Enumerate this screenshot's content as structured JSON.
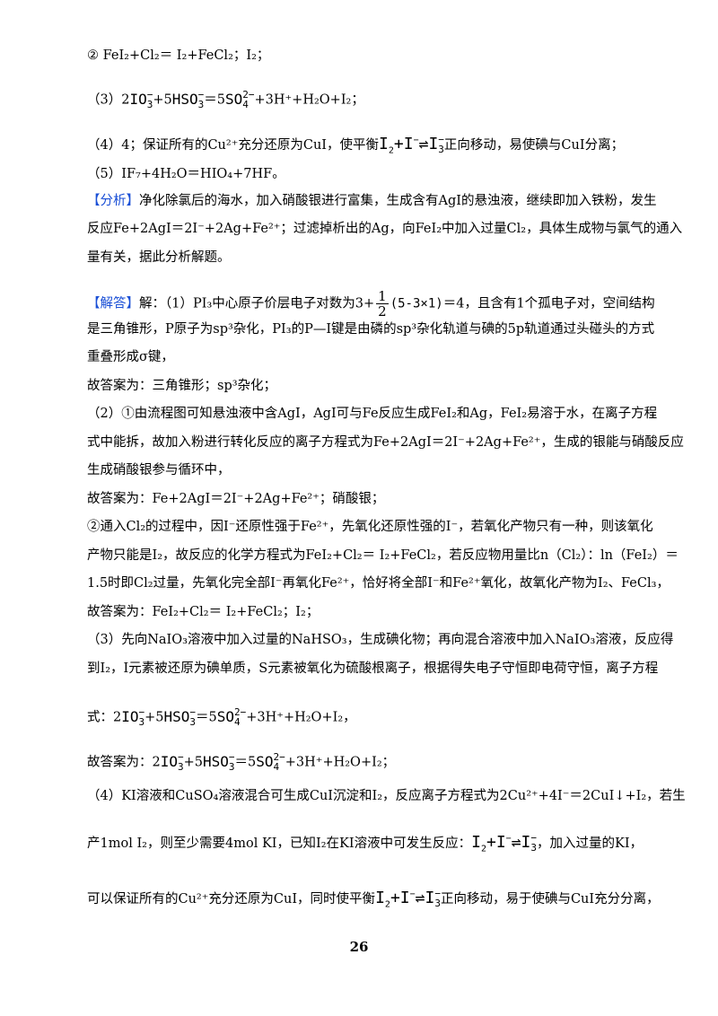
{
  "lines": {
    "l1": "② FeI₂+Cl₂＝ I₂+FeCl₂；I₂；",
    "l2a": "（3）2",
    "l2b": "+3H⁺+H₂O+I₂；",
    "l3a": "（4）4；保证所有的Cu²⁺充分还原为CuI，使平衡",
    "l3b": "正向移动，易使碘与CuI分离；",
    "l4": "（5）IF₇+4H₂O＝HIO₄+7HF。",
    "l5tag": "【分析】",
    "l5": "净化除氯后的海水，加入硝酸银进行富集，生成含有AgI的悬浊液，继续即加入铁粉，发生",
    "l6": "反应Fe+2AgI＝2I⁻+2Ag+Fe²⁺；过滤掉析出的Ag，向FeI₂中加入过量Cl₂，具体生成物与氯气的通入",
    "l7": "量有关，据此分析解题。",
    "l8tag": "【解答】",
    "l8a": "解：（1）PI₃中心原子价层电子对数为3+",
    "l8b": "(5-3×1)",
    "l8c": "＝4，且含有1个孤电子对，空间结构",
    "l9": "是三角锥形，P原子为sp³杂化，PI₃的P—I键是由磷的sp³杂化轨道与碘的5p轨道通过头碰头的方式",
    "l10": "重叠形成σ键，",
    "l11": "故答案为：三角锥形；sp³杂化；",
    "l12": "（2）①由流程图可知悬浊液中含AgI，AgI可与Fe反应生成FeI₂和Ag，FeI₂易溶于水，在离子方程",
    "l13": "式中能拆，故加入粉进行转化反应的离子方程式为Fe+2AgI＝2I⁻+2Ag+Fe²⁺，生成的银能与硝酸反应",
    "l14": "生成硝酸银参与循环中，",
    "l15": "故答案为：Fe+2AgI＝2I⁻+2Ag+Fe²⁺；硝酸银；",
    "l16": "②通入Cl₂的过程中，因I⁻还原性强于Fe²⁺，先氧化还原性强的I⁻，若氧化产物只有一种，则该氧化",
    "l17": "产物只能是I₂，故反应的化学方程式为FeI₂+Cl₂＝ I₂+FeCl₂，若反应物用量比n（Cl₂）：ln（FeI₂）＝",
    "l18": "1.5时即Cl₂过量，先氧化完全部I⁻再氧化Fe²⁺，恰好将全部I⁻和Fe²⁺氧化，故氧化产物为I₂、FeCl₃，",
    "l19": "故答案为：FeI₂+Cl₂＝ I₂+FeCl₂；I₂；",
    "l20": "（3）先向NaIO₃溶液中加入过量的NaHSO₃，生成碘化物；再向混合溶液中加入NaIO₃溶液，反应得",
    "l21": "到I₂，I元素被还原为碘单质，S元素被氧化为硫酸根离子，根据得失电子守恒即电荷守恒，离子方程",
    "l22a": "式：2",
    "l22b": "+3H⁺+H₂O+I₂，",
    "l23a": "故答案为：2",
    "l23b": "+3H⁺+H₂O+I₂；",
    "l24": "（4）KI溶液和CuSO₄溶液混合可生成CuI沉淀和I₂，反应离子方程式为2Cu²⁺+4I⁻＝2CuI↓+I₂，若生",
    "l25a": "产1mol  I₂，则至少需要4mol  KI，已知I₂在KI溶液中可发生反应：",
    "l25b": "，加入过量的KI，",
    "l26a": "可以保证所有的Cu²⁺充分还原为CuI，同时使平衡",
    "l26b": "正向移动，易于使碘与CuI充分分离，"
  },
  "formulas": {
    "io3": "IO",
    "hso3": "HSO",
    "so4": "SO",
    "i2": "I",
    "iminus": "I",
    "i3": "I",
    "coef5": "+5",
    "eq5": "＝5",
    "sub3": "3",
    "sub4": "4",
    "sub2": "2",
    "minus": "−",
    "twominus": "2−",
    "plus": "+",
    "arrows": "⇌",
    "half_num": "1",
    "half_den": "2"
  },
  "page_number": "26"
}
